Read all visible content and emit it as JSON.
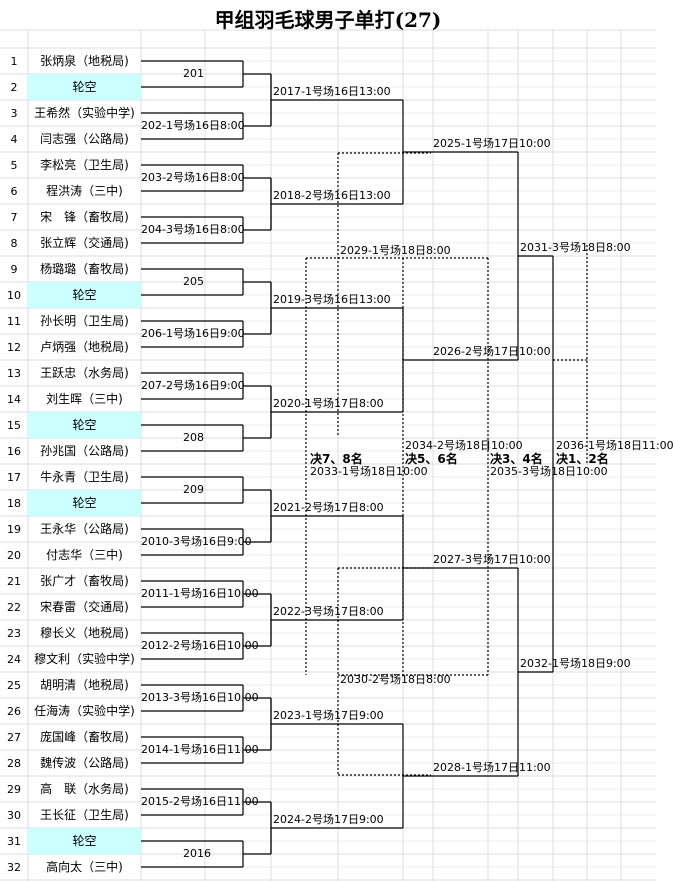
{
  "title": "甲组羽毛球男子单打(27)",
  "players": [
    {
      "no": "1",
      "name": "张炳泉（地税局)"
    },
    {
      "no": "2",
      "name": "轮空"
    },
    {
      "no": "3",
      "name": "王希然（实验中学)"
    },
    {
      "no": "4",
      "name": "闫志强（公路局)"
    },
    {
      "no": "5",
      "name": "李松亮（卫生局)"
    },
    {
      "no": "6",
      "name": "程洪涛（三中)"
    },
    {
      "no": "7",
      "name": "宋　锋（畜牧局)"
    },
    {
      "no": "8",
      "name": "张立辉（交通局)"
    },
    {
      "no": "9",
      "name": "杨璐璐（畜牧局)"
    },
    {
      "no": "10",
      "name": "轮空"
    },
    {
      "no": "11",
      "name": "孙长明（卫生局)"
    },
    {
      "no": "12",
      "name": "卢炳强（地税局)"
    },
    {
      "no": "13",
      "name": "王跃忠（水务局)"
    },
    {
      "no": "14",
      "name": "刘生晖（三中)"
    },
    {
      "no": "15",
      "name": "轮空"
    },
    {
      "no": "16",
      "name": "孙兆国（公路局)"
    },
    {
      "no": "17",
      "name": "牛永青（卫生局)"
    },
    {
      "no": "18",
      "name": "轮空"
    },
    {
      "no": "19",
      "name": "王永华（公路局)"
    },
    {
      "no": "20",
      "name": "付志华（三中)"
    },
    {
      "no": "21",
      "name": "张广才（畜牧局)"
    },
    {
      "no": "22",
      "name": "宋春雷（交通局)"
    },
    {
      "no": "23",
      "name": "穆长义（地税局)"
    },
    {
      "no": "24",
      "name": "穆文利（实验中学)"
    },
    {
      "no": "25",
      "name": "胡明清（地税局)"
    },
    {
      "no": "26",
      "name": "任海涛（实验中学)"
    },
    {
      "no": "27",
      "name": "庞国峰（畜牧局)"
    },
    {
      "no": "28",
      "name": "魏传波（公路局)"
    },
    {
      "no": "29",
      "name": "高　联（水务局)"
    },
    {
      "no": "30",
      "name": "王长征（卫生局)"
    },
    {
      "no": "31",
      "name": "轮空"
    },
    {
      "no": "32",
      "name": "高向太（三中)"
    }
  ],
  "round1": [
    "201",
    "202-1号场16日8:00",
    "203-2号场16日8:00",
    "204-3号场16日8:00",
    "205",
    "206-1号场16日9:00",
    "207-2号场16日9:00",
    "208",
    "209",
    "2010-3号场16日9:00",
    "2011-1号场16日10:00",
    "2012-2号场16日10:00",
    "2013-3号场16日10:00",
    "2014-1号场16日11:00",
    "2015-2号场16日11:00",
    "2016"
  ],
  "round2": [
    "2017-1号场16日13:00",
    "2018-2号场16日13:00",
    "2019-3号场16日13:00",
    "2020-1号场17日8:00",
    "2021-2号场17日8:00",
    "2022-3号场17日8:00",
    "2023-1号场17日9:00",
    "2024-2号场17日9:00"
  ],
  "round3": [
    "2025-1号场17日10:00",
    "2026-2号场17日10:00",
    "2027-3号场17日10:00",
    "2028-1号场17日11:00"
  ],
  "round4": [
    "2031-3号场18日8:00",
    "2032-1号场18日9:00"
  ],
  "placement": {
    "m2029": "2029-1号场18日8:00",
    "m2030": "2030-2号场18日8:00",
    "m2033": "2033-1号场18日10:00",
    "m2034": "2034-2号场18日10:00",
    "m2035": "2035-3号场18日10:00",
    "m2036": "2036-1号场18日11:00",
    "p78": "决7、8名",
    "p56": "决5、6名",
    "p34": "决3、4名",
    "p12": "决1、2名"
  }
}
